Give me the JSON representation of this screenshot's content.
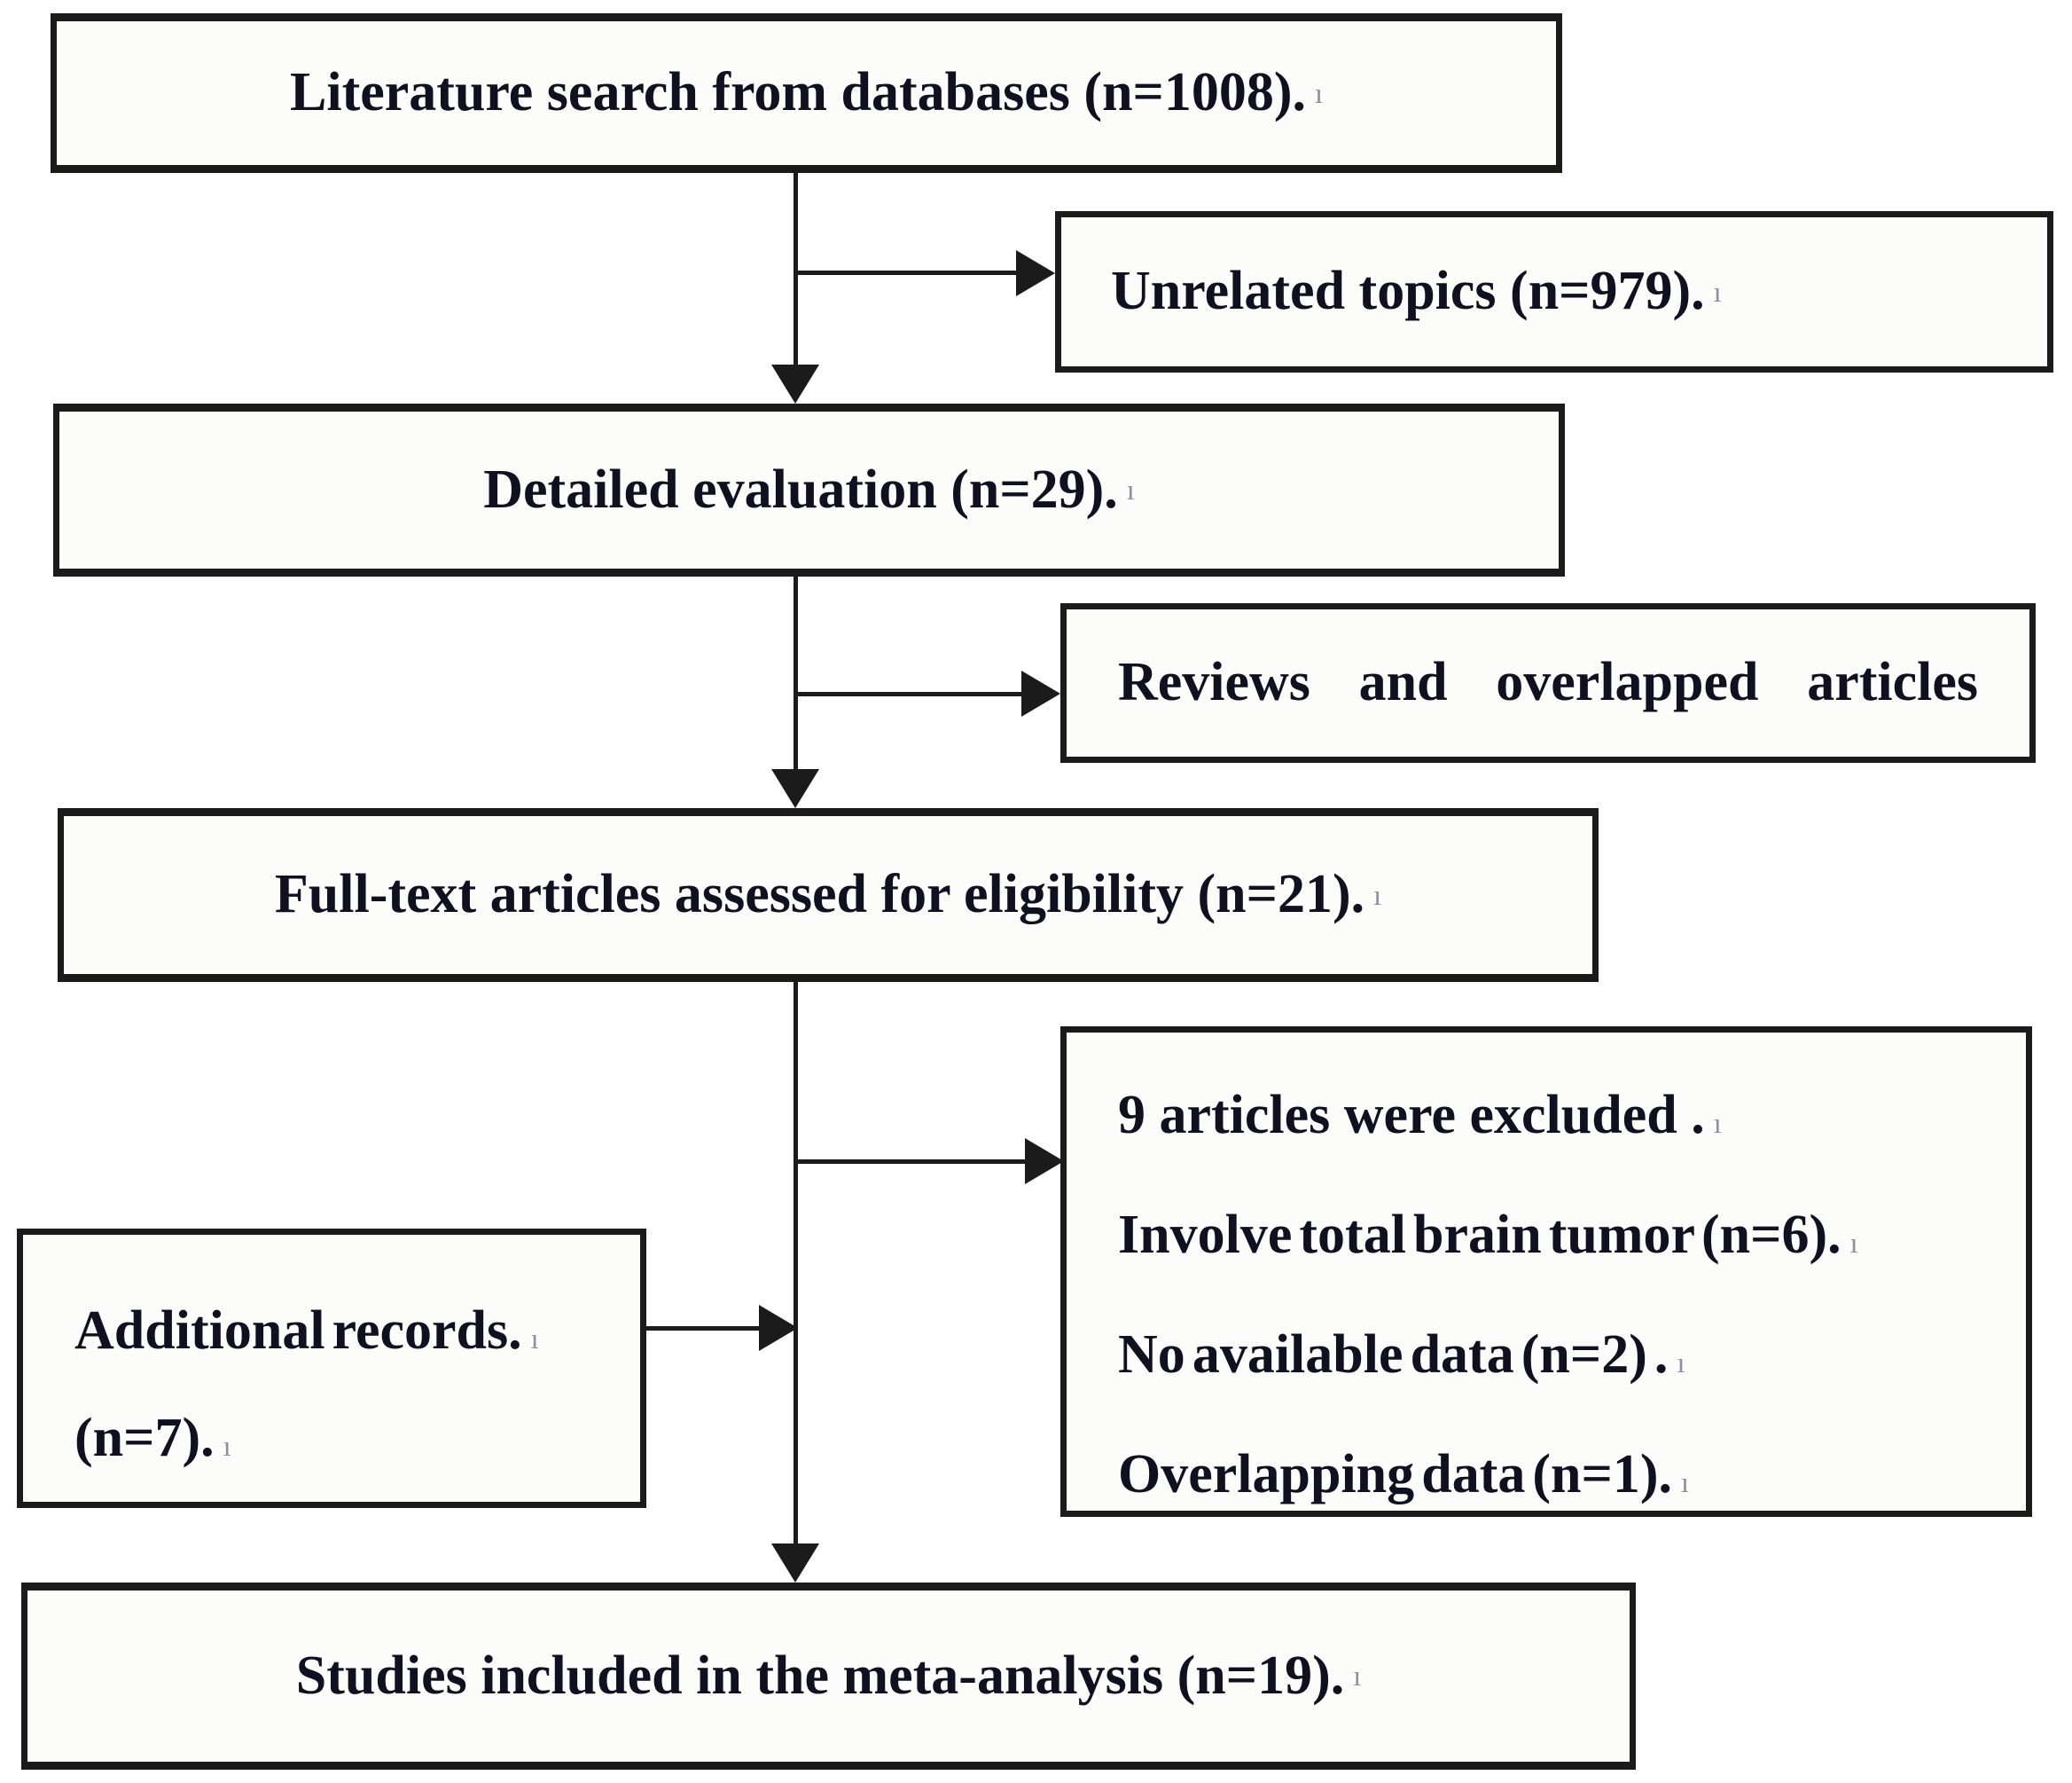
{
  "para_mark": "ı",
  "colors": {
    "border": "#1b1b1b",
    "text": "#101020",
    "mark": "#8e8ea0",
    "box_bg": "#fcfcfa",
    "page_bg": "#ffffff"
  },
  "boxes": {
    "literature": {
      "text": "Literature search from databases (n=1008)."
    },
    "unrelated": {
      "text": "Unrelated topics (n=979)."
    },
    "detailed": {
      "text": "Detailed evaluation (n=29)."
    },
    "reviews": {
      "text": "Reviews and overlapped articles"
    },
    "fulltext": {
      "text": "Full-text articles assessed for eligibility (n=21)."
    },
    "excluded": {
      "line1": "9 articles were excluded .",
      "line2": "Involve total brain tumor (n=6).",
      "line3": "No available data (n=2) .",
      "line4": "Overlapping data (n=1)."
    },
    "additional": {
      "line1": "Additional records.",
      "line2": "(n=7)."
    },
    "included": {
      "text": "Studies included in the meta-analysis (n=19)."
    }
  }
}
